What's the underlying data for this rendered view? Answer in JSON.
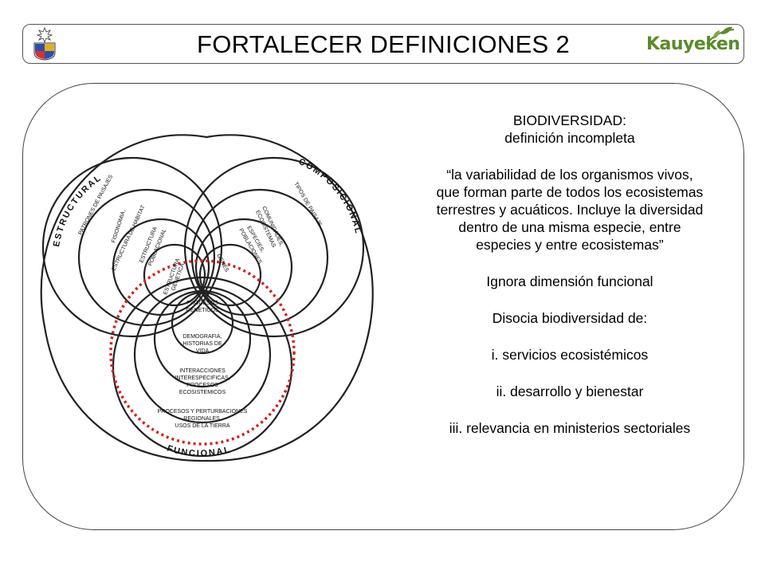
{
  "header": {
    "title": "FORTALECER DEFINICIONES 2",
    "logo_text": "Kauyeken"
  },
  "diagram": {
    "labels": {
      "estructural": "ESTRUCTURAL",
      "composicional": "COMPOSICIONAL",
      "funcional": "FUNCIONAL",
      "patrones": "PATRONES DE PAISAJES",
      "fisionomia": "FISIONOMIA,",
      "estructura_habitat": "ESTRUCTURA DE HABITAT",
      "estructura_poblacional_1": "ESTRUCTURA",
      "estructura_poblacional_2": "POBLACIONAL",
      "estructura_genetica_1": "ESTRUCTURA",
      "estructura_genetica_2": "GENETICA",
      "tipos_paisaje": "TIPOS DE PAISAJE",
      "comunidades_1": "COMUNIDADES,",
      "comunidades_2": "ECOSISTEMAS",
      "especies_1": "ESPECIES,",
      "especies_2": "POBLACIONES",
      "genes": "GENES",
      "procesos_geneticos_1": "PROCESOS",
      "procesos_geneticos_2": "GENETICOS",
      "demografia_1": "DEMOGRAFIA,",
      "demografia_2": "HISTORIAS DE",
      "demografia_3": "VIDA",
      "interacciones_1": "INTERACCIONES",
      "interacciones_2": "INTERESPECIFICAS,",
      "interacciones_3": "PROCESOS",
      "interacciones_4": "ECOSISTEMICOS",
      "perturbaciones_1": "PROCESOS Y PERTURBACIONES",
      "perturbaciones_2": "REGIONALES,",
      "perturbaciones_3": "USOS DE LA TIERRA"
    }
  },
  "content": {
    "heading": "BIODIVERSIDAD:",
    "subheading": "definición incompleta",
    "quote": [
      "“la variabilidad de los organismos vivos,",
      "que forman parte de todos los ecosistemas",
      "terrestres y acuáticos. Incluye la diversidad",
      "dentro de una misma especie, entre",
      "especies y entre ecosistemas”"
    ],
    "point_1": "Ignora dimensión funcional",
    "point_2": "Disocia biodiversidad  de:",
    "list": [
      "i.  servicios ecosistémicos",
      "ii. desarrollo y bienestar",
      "iii. relevancia en ministerios sectoriales"
    ]
  },
  "colors": {
    "highlight": "#d42020",
    "logo_green": "#5b8a2a"
  }
}
